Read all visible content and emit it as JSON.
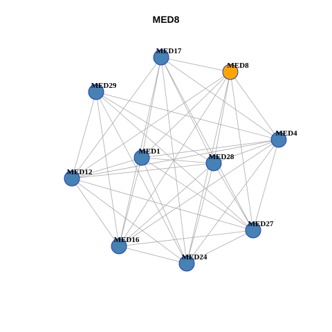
{
  "title": "MED8",
  "colors": {
    "node_default": "#4682B4",
    "node_highlight": "#FFA500",
    "node_stroke": "#1F3FB8",
    "edge": "#AAAAAA"
  },
  "nodes": [
    {
      "id": "MED17",
      "label": "MED17",
      "highlight": false
    },
    {
      "id": "MED8",
      "label": "MED8",
      "highlight": true
    },
    {
      "id": "MED29",
      "label": "MED29",
      "highlight": false
    },
    {
      "id": "MED4",
      "label": "MED4",
      "highlight": false
    },
    {
      "id": "MED1",
      "label": "MED1",
      "highlight": false
    },
    {
      "id": "MED28",
      "label": "MED28",
      "highlight": false
    },
    {
      "id": "MED12",
      "label": "MED12",
      "highlight": false
    },
    {
      "id": "MED27",
      "label": "MED27",
      "highlight": false
    },
    {
      "id": "MED16",
      "label": "MED16",
      "highlight": false
    },
    {
      "id": "MED24",
      "label": "MED24",
      "highlight": false
    }
  ],
  "edges": [
    [
      "MED17",
      "MED8"
    ],
    [
      "MED17",
      "MED4"
    ],
    [
      "MED17",
      "MED1"
    ],
    [
      "MED17",
      "MED28"
    ],
    [
      "MED17",
      "MED12"
    ],
    [
      "MED17",
      "MED27"
    ],
    [
      "MED17",
      "MED16"
    ],
    [
      "MED17",
      "MED24"
    ],
    [
      "MED8",
      "MED4"
    ],
    [
      "MED8",
      "MED1"
    ],
    [
      "MED8",
      "MED28"
    ],
    [
      "MED8",
      "MED12"
    ],
    [
      "MED8",
      "MED27"
    ],
    [
      "MED8",
      "MED16"
    ],
    [
      "MED8",
      "MED24"
    ],
    [
      "MED29",
      "MED4"
    ],
    [
      "MED29",
      "MED28"
    ],
    [
      "MED29",
      "MED12"
    ],
    [
      "MED29",
      "MED27"
    ],
    [
      "MED29",
      "MED16"
    ],
    [
      "MED29",
      "MED24"
    ],
    [
      "MED4",
      "MED1"
    ],
    [
      "MED4",
      "MED28"
    ],
    [
      "MED4",
      "MED12"
    ],
    [
      "MED4",
      "MED27"
    ],
    [
      "MED4",
      "MED16"
    ],
    [
      "MED4",
      "MED24"
    ],
    [
      "MED1",
      "MED28"
    ],
    [
      "MED1",
      "MED12"
    ],
    [
      "MED1",
      "MED27"
    ],
    [
      "MED1",
      "MED16"
    ],
    [
      "MED1",
      "MED24"
    ],
    [
      "MED28",
      "MED12"
    ],
    [
      "MED28",
      "MED27"
    ],
    [
      "MED28",
      "MED16"
    ],
    [
      "MED28",
      "MED24"
    ],
    [
      "MED12",
      "MED27"
    ],
    [
      "MED12",
      "MED16"
    ],
    [
      "MED12",
      "MED24"
    ],
    [
      "MED27",
      "MED16"
    ],
    [
      "MED27",
      "MED24"
    ],
    [
      "MED16",
      "MED24"
    ]
  ]
}
